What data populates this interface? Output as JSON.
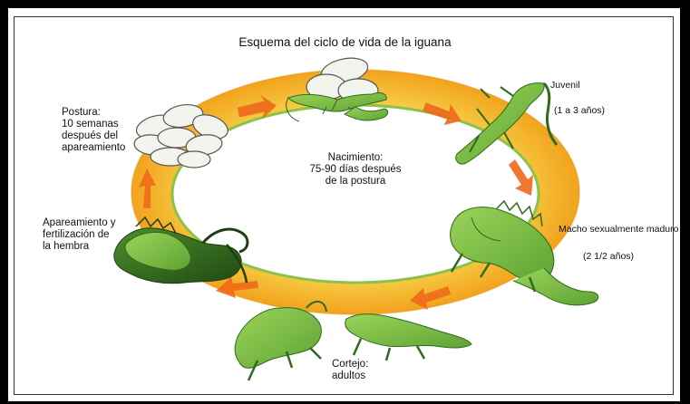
{
  "title": "Esquema del ciclo de vida de la iguana",
  "stages": {
    "postura": "Postura:\n10 semanas\ndespués del\napareamiento",
    "nacimiento": "Nacimiento:\n75-90 días después\nde la postura",
    "juvenil": "Juvenil",
    "juvenil_age": "(1 a 3 años)",
    "macho": "Macho sexualmente maduro",
    "macho_age": "(2 1/2 años)",
    "cortejo": "Cortejo:\nadultos",
    "apareamiento": "Apareamiento y\nfertilización de\nla hembra"
  },
  "colors": {
    "ring_outer": "#f2a31d",
    "ring_inner": "#f7d04a",
    "ring_edge": "#8bc34a",
    "arrow": "#ee6a1a",
    "iguana": "#7cc242",
    "iguana_dark": "#2f6a1e",
    "egg": "#f4f4ef"
  }
}
